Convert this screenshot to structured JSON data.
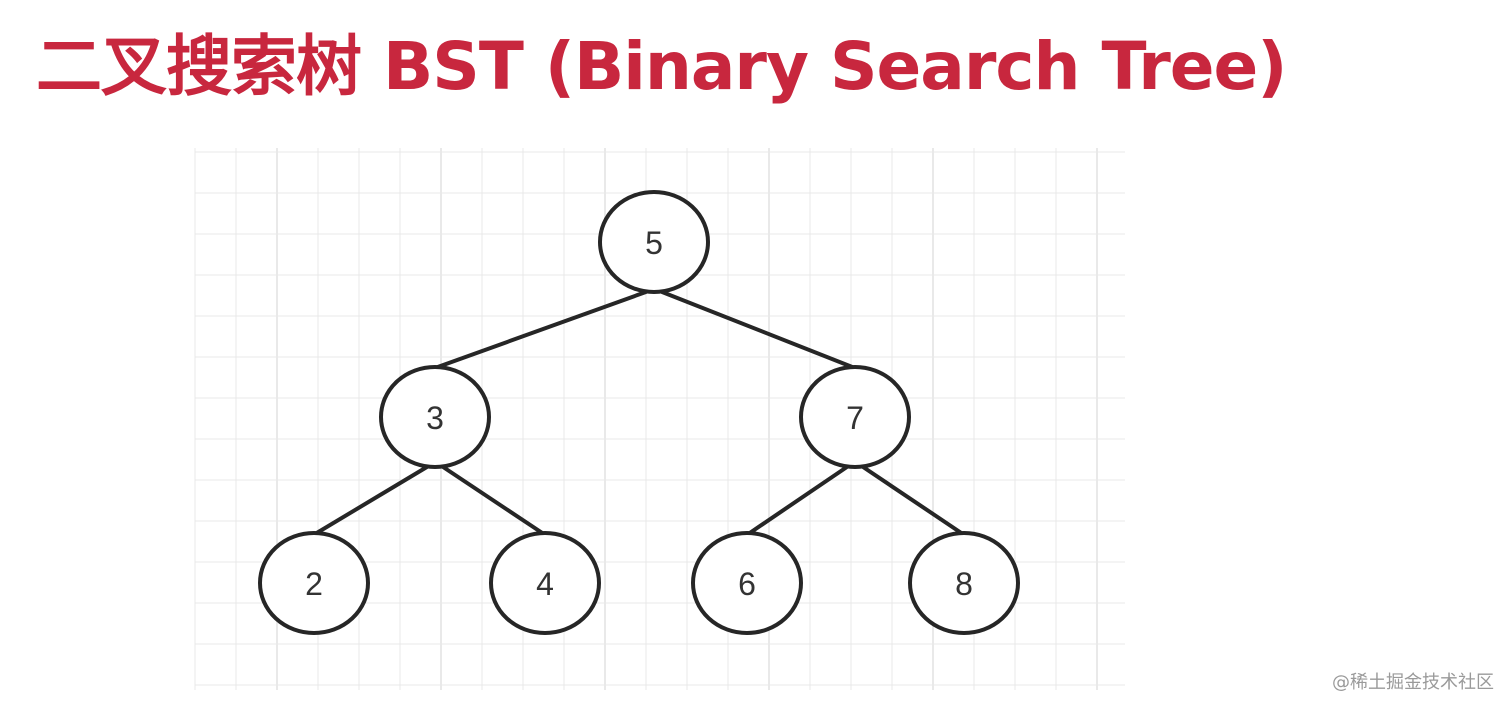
{
  "title": "二叉搜索树 BST (Binary Search Tree)",
  "watermark": "@稀土掘金技术社区",
  "colors": {
    "title": "#c8273e",
    "node_stroke": "#262626",
    "edge": "#262626",
    "grid": "#e9e9e9",
    "node_label": "#333333",
    "watermark": "#9a9a9a"
  },
  "tree": {
    "nodes": [
      {
        "id": "n5",
        "label": "5"
      },
      {
        "id": "n3",
        "label": "3"
      },
      {
        "id": "n7",
        "label": "7"
      },
      {
        "id": "n2",
        "label": "2"
      },
      {
        "id": "n4",
        "label": "4"
      },
      {
        "id": "n6",
        "label": "6"
      },
      {
        "id": "n8",
        "label": "8"
      }
    ],
    "edges": [
      {
        "from": "n5",
        "to": "n3"
      },
      {
        "from": "n5",
        "to": "n7"
      },
      {
        "from": "n3",
        "to": "n2"
      },
      {
        "from": "n3",
        "to": "n4"
      },
      {
        "from": "n7",
        "to": "n6"
      },
      {
        "from": "n7",
        "to": "n8"
      }
    ]
  }
}
